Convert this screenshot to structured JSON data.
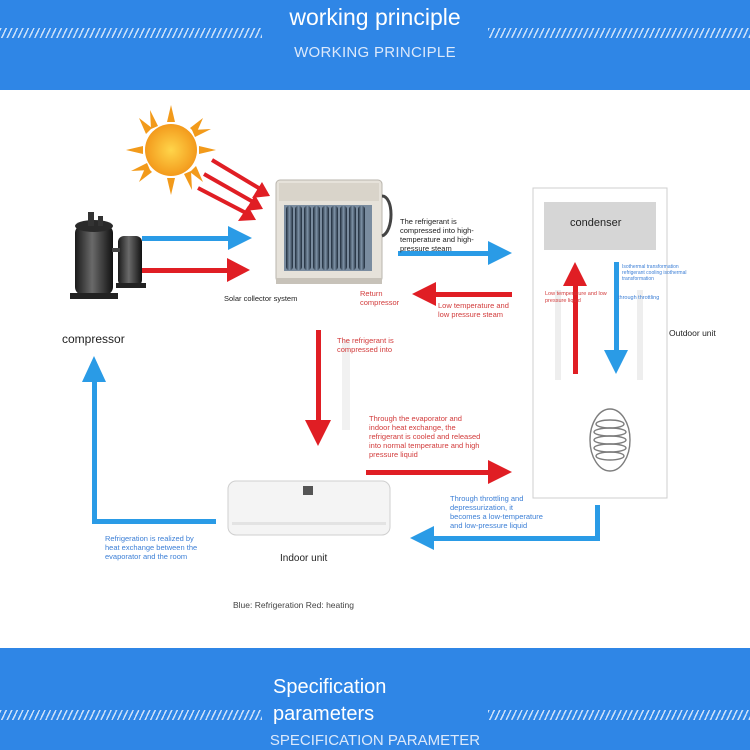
{
  "header": {
    "title": "working principle",
    "subtitle": "WORKING PRINCIPLE"
  },
  "footer": {
    "title_line1": "Specification",
    "title_line2": "parameters",
    "subtitle": "SPECIFICATION PARAMETER"
  },
  "labels": {
    "compressor": "compressor",
    "solar_collector": "Solar collector system",
    "condenser": "condenser",
    "outdoor_unit": "Outdoor unit",
    "indoor_unit": "Indoor unit",
    "legend": "Blue: Refrigeration Red: heating"
  },
  "annotations": {
    "compressed_steam": [
      "The refrigerant is",
      "compressed into high-",
      "temperature and high-",
      "pressure steam"
    ],
    "return_compressor": [
      "Return",
      "compressor"
    ],
    "low_temp_steam": [
      "Low temperature and",
      "low pressure steam"
    ],
    "compressed_into": [
      "The refrigerant is",
      "compressed into"
    ],
    "evaporator_heat": [
      "Through the evaporator and",
      "indoor heat exchange, the",
      "refrigerant is cooled and released",
      "into normal temperature and high",
      "pressure liquid"
    ],
    "throttling": [
      "Through throttling and",
      "depressurization, it",
      "becomes a low-temperature",
      "and low-pressure liquid"
    ],
    "refrigeration_realized": [
      "Refrigeration is realized by",
      "heat exchange between the",
      "evaporator and the room"
    ],
    "condenser_right": [
      "Isothermal transformation",
      "refrigerant cooling isothermal",
      "transformation"
    ],
    "condenser_left": [
      "Low temperature and low",
      "pressure liquid"
    ],
    "throttling_small": "through throttling"
  },
  "colors": {
    "band": "#2f86e6",
    "arrow_blue": "#2a9be6",
    "arrow_red": "#e01e24",
    "condenser_box": "#d6d6d6"
  }
}
